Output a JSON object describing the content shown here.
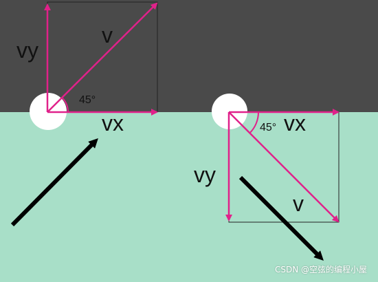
{
  "colors": {
    "wall": "#4a4a4a",
    "floor": "#a8dfc8",
    "vector": "#e0218a",
    "ball": "#ffffff",
    "motion_arrow": "#000000",
    "box_outline": "#222222"
  },
  "left_case": {
    "v_label": "v",
    "vx_label": "vx",
    "vy_label": "vy",
    "angle_label": "45°"
  },
  "right_case": {
    "v_label": "v",
    "vx_label": "vx",
    "vy_label": "vy",
    "angle_label": "45°"
  },
  "watermark": "CSDN @空弦的编程小屋"
}
